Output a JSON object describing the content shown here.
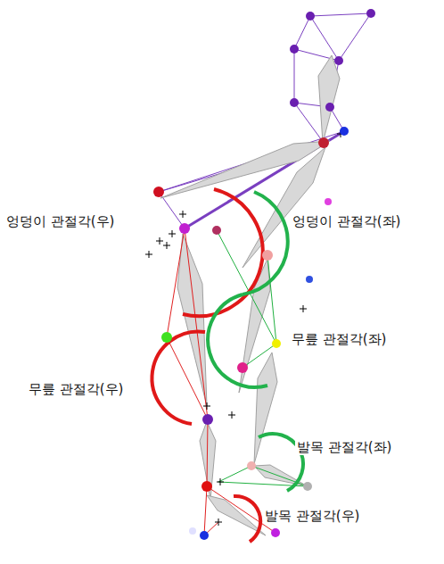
{
  "diagram": {
    "labels": [
      "엉덩이 관절각(우)",
      "엉덩이 관절각(좌)",
      "무릎 관절각(좌)",
      "무릎 관절각(우)",
      "발목 관절각(좌)",
      "발목 관절각(우)"
    ]
  }
}
